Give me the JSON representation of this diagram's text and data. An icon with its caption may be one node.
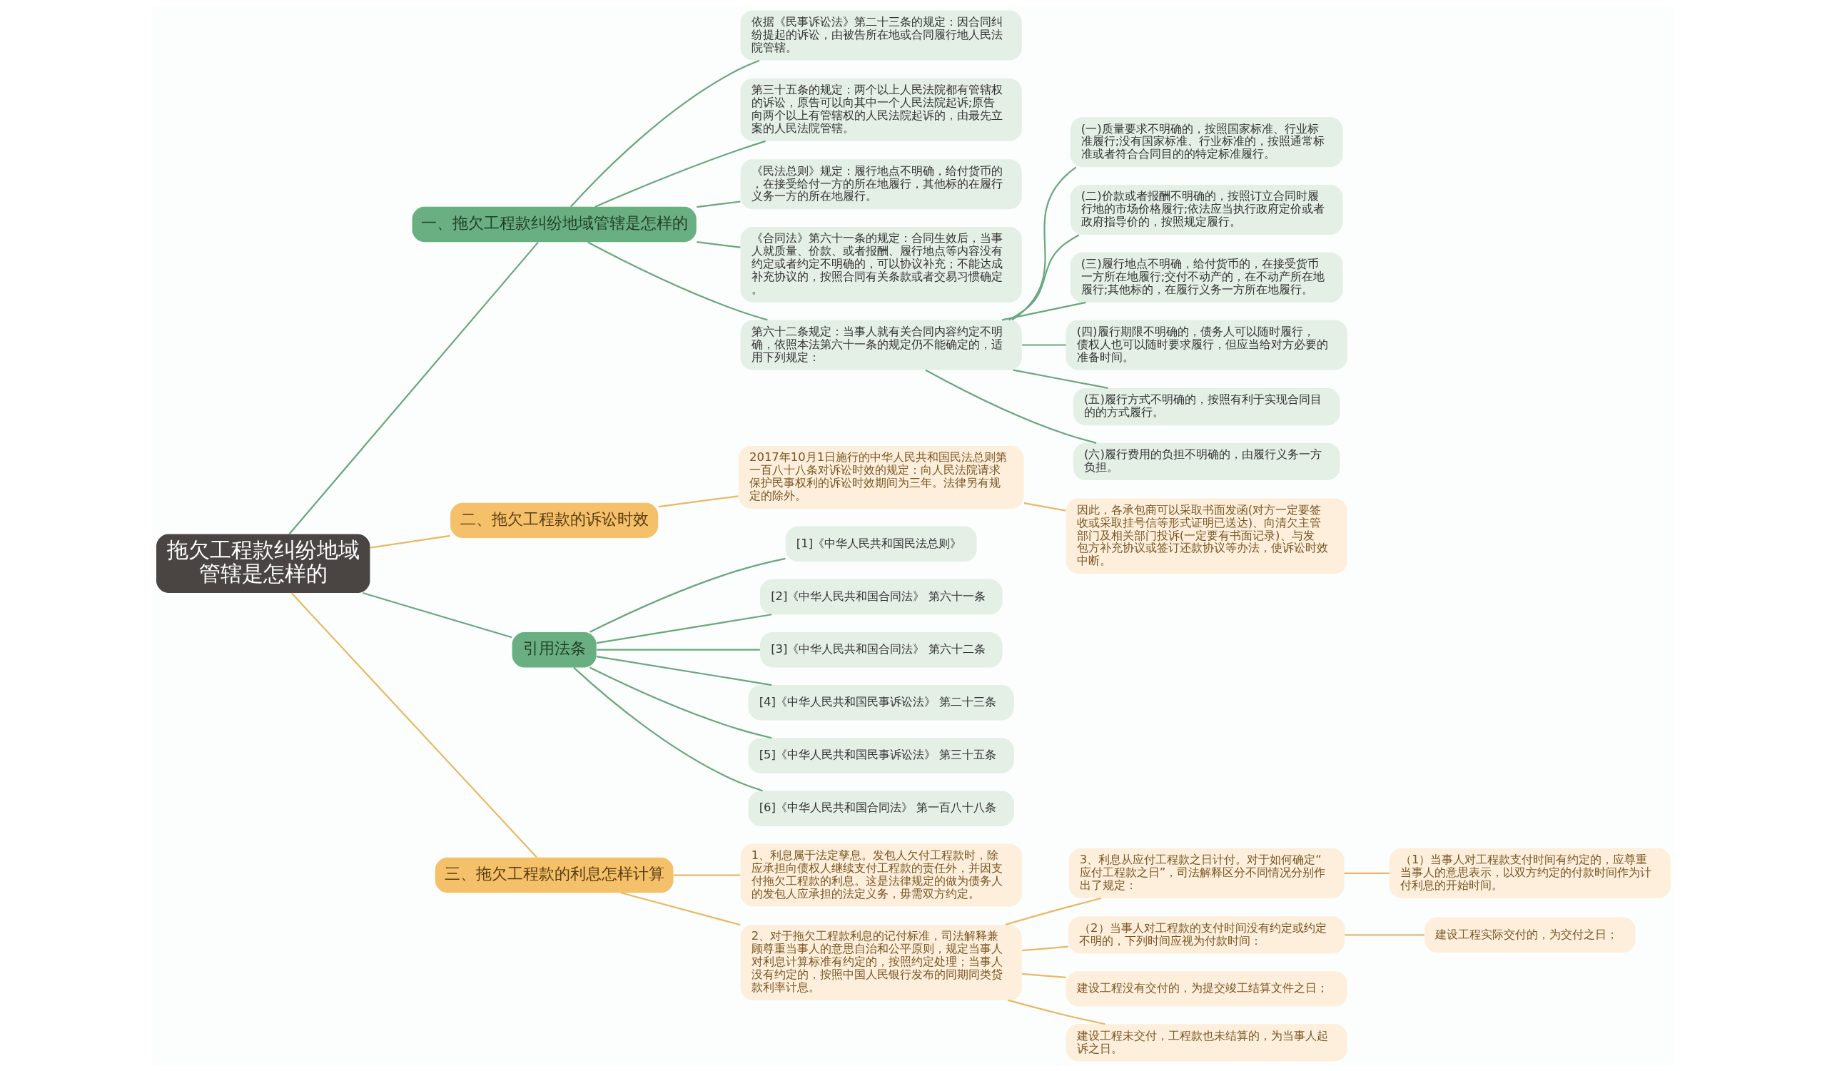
{
  "diagram": {
    "nodes": [
      {
        "text": [
          "拖欠工程款纠纷地域管辖是怎样的"
        ]
      },
      {
        "text": [
          "一、拖欠工程款纠纷地域管辖是怎样的"
        ]
      },
      {
        "text": [
          "依据《民事诉讼法》第二十三条的规定：因合同纠纷提起的诉讼，由被告所在地或合同履行地人民法院管辖。"
        ]
      },
      {
        "text": [
          "第三十五条的规定：两个以上人民法院都有管辖权的诉讼，原告可以向其中一个人民法院起诉;原告向两个以上有管辖权的人民法院起诉的，由最先立案的人民法院管辖。"
        ]
      },
      {
        "text": [
          "《民法总则》规定：履行地点不明确，给付货币的，在接受给付一方的所在地履行，其他标的在履行义务一方的所在地履行。"
        ]
      },
      {
        "text": [
          "《合同法》第六十一条的规定：合同生效后，当事人就质量、价款、或者报酬、履行地点等内容没有约定或者约定不明确的，可以协议补充；不能达成补充协议的，按照合同有关条款或者交易习惯确定。"
        ]
      },
      {
        "text": [
          "第六十二条规定：当事人就有关合同内容约定不明确，依照本法第六十一条的规定仍不能确定的，适用下列规定："
        ]
      },
      {
        "text": [
          "(一)质量要求不明确的，按照国家标准、行业标准履行;没有国家标准、行业标准的，按照通常标准或者符合合同目的的特定标准履行。"
        ]
      },
      {
        "text": [
          "(二)价款或者报酬不明确的，按照订立合同时履行地的市场价格履行;依法应当执行政府定价或者政府指导价的，按照规定履行。"
        ]
      },
      {
        "text": [
          "(三)履行地点不明确，给付货币的，在接受货币一方所在地履行;交付不动产的，在不动产所在地履行;其他标的，在履行义务一方所在地履行。"
        ]
      },
      {
        "text": [
          "(四)履行期限不明确的，债务人可以随时履行，债权人也可以随时要求履行，但应当给对方必要的准备时间。"
        ]
      },
      {
        "text": [
          "(五)履行方式不明确的，按照有利于实现合同目的的方式履行。"
        ]
      },
      {
        "text": [
          "(六)履行费用的负担不明确的，由履行义务一方负担。"
        ]
      },
      {
        "text": [
          "二、拖欠工程款的诉讼时效"
        ]
      },
      {
        "text": [
          "2017年10月1日施行的中华人民共和国民法总则第一百八十八条对诉讼时效的规定：向人民法院请求保护民事权利的诉讼时效期间为三年。法律另有规定的除外。"
        ]
      },
      {
        "text": [
          "因此，各承包商可以采取书面发函(对方一定要签收或采取挂号信等形式证明已送达)、向清欠主管部门及相关部门投诉(一定要有书面记录)、与发包方补充协议或签订还款协议等办法，使诉讼时效中断。"
        ]
      },
      {
        "text": [
          "引用法条"
        ]
      },
      {
        "text": [
          "[1]《中华人民共和国民法总则》"
        ]
      },
      {
        "text": [
          "[2]《中华人民共和国合同法》 第六十一条"
        ]
      },
      {
        "text": [
          "[3]《中华人民共和国合同法》 第六十二条"
        ]
      },
      {
        "text": [
          "[4]《中华人民共和国民事诉讼法》 第二十三条"
        ]
      },
      {
        "text": [
          "[5]《中华人民共和国民事诉讼法》 第三十五条"
        ]
      },
      {
        "text": [
          "[6]《中华人民共和国合同法》 第一百八十八条"
        ]
      },
      {
        "text": [
          "三、拖欠工程款的利息怎样计算"
        ]
      },
      {
        "text": [
          "1、利息属于法定孳息。发包人欠付工程款时，除应承担向债权人继续支付工程款的责任外，并因支付拖欠工程款的利息。这是法律规定的做为债务人的发包人应承担的法定义务，毋需双方约定。"
        ]
      },
      {
        "text": [
          "2、对于拖欠工程款利息的记付标准，司法解释兼顾尊重当事人的意思自治和公平原则，规定当事人对利息计算标准有约定的，按照约定处理；当事人没有约定的，按照中国人民银行发布的同期同类贷款利率计息。"
        ]
      },
      {
        "text": [
          "3、利息从应付工程款之日计付。对于如何确定“应付工程款之日”，司法解释区分不同情况分别作出了规定："
        ]
      },
      {
        "text": [
          "（1）当事人对工程款支付时间有约定的，应尊重当事人的意思表示，以双方约定的付款时间作为计付利息的开始时间。"
        ]
      },
      {
        "text": [
          "（2）当事人对工程款的支付时间没有约定或约定不明的，下列时间应视为付款时间："
        ]
      },
      {
        "text": [
          "建设工程实际交付的，为交付之日；"
        ]
      },
      {
        "text": [
          "建设工程没有交付的，为提交竣工结算文件之日；"
        ]
      },
      {
        "text": [
          "建设工程未交付，工程款也未结算的，为当事人起诉之日。"
        ]
      }
    ],
    "edges": [
      {
        "from": 0,
        "to": 1,
        "arrow": "none"
      },
      {
        "from": 1,
        "to": 2,
        "arrow": "none"
      },
      {
        "from": 1,
        "to": 3,
        "arrow": "none"
      },
      {
        "from": 1,
        "to": 4,
        "arrow": "none"
      },
      {
        "from": 1,
        "to": 5,
        "arrow": "none"
      },
      {
        "from": 1,
        "to": 6,
        "arrow": "none"
      },
      {
        "from": 6,
        "to": 7,
        "arrow": "none"
      },
      {
        "from": 6,
        "to": 8,
        "arrow": "none"
      },
      {
        "from": 6,
        "to": 9,
        "arrow": "none"
      },
      {
        "from": 6,
        "to": 10,
        "arrow": "none"
      },
      {
        "from": 6,
        "to": 11,
        "arrow": "none"
      },
      {
        "from": 6,
        "to": 12,
        "arrow": "none"
      },
      {
        "from": 0,
        "to": 13,
        "arrow": "none",
        "color": "#e8b865"
      },
      {
        "from": 13,
        "to": 14,
        "arrow": "none",
        "color": "#e8b865"
      },
      {
        "from": 14,
        "to": 15,
        "arrow": "none",
        "color": "#e8b865"
      },
      {
        "from": 0,
        "to": 16,
        "arrow": "none"
      },
      {
        "from": 16,
        "to": 17,
        "arrow": "none"
      },
      {
        "from": 16,
        "to": 18,
        "arrow": "none"
      },
      {
        "from": 16,
        "to": 19,
        "arrow": "none"
      },
      {
        "from": 16,
        "to": 20,
        "arrow": "none"
      },
      {
        "from": 16,
        "to": 21,
        "arrow": "none"
      },
      {
        "from": 16,
        "to": 22,
        "arrow": "none"
      },
      {
        "from": 0,
        "to": 23,
        "arrow": "none",
        "color": "#e8b865"
      },
      {
        "from": 23,
        "to": 24,
        "arrow": "none",
        "color": "#e8b865"
      },
      {
        "from": 23,
        "to": 25,
        "arrow": "none",
        "color": "#e8b865"
      },
      {
        "from": 25,
        "to": 26,
        "arrow": "none",
        "color": "#e8b865"
      },
      {
        "from": 25,
        "to": 28,
        "arrow": "none",
        "color": "#e8b865"
      },
      {
        "from": 25,
        "to": 30,
        "arrow": "none",
        "color": "#e8b865"
      },
      {
        "from": 25,
        "to": 31,
        "arrow": "none",
        "color": "#e8b865"
      },
      {
        "from": 26,
        "to": 27,
        "arrow": "none",
        "color": "#e8b865"
      },
      {
        "from": 28,
        "to": 29,
        "arrow": "none",
        "color": "#e8b865"
      }
    ]
  }
}
